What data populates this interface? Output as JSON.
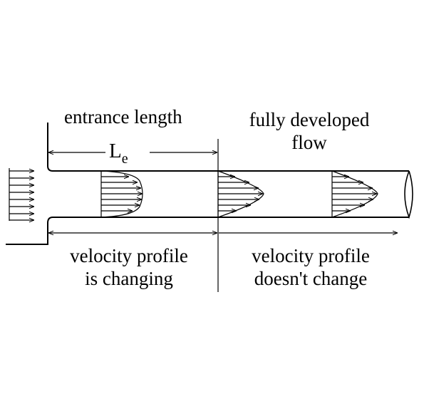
{
  "labels": {
    "entrance_length": "entrance length",
    "le_symbol": "L",
    "le_subscript": "e",
    "fully_developed_line1": "fully developed",
    "fully_developed_line2": "flow",
    "changing_line1": "velocity profile",
    "changing_line2": "is changing",
    "unchanged_line1": "velocity profile",
    "unchanged_line2": "doesn't change"
  },
  "colors": {
    "stroke": "#000000",
    "background": "#ffffff"
  }
}
